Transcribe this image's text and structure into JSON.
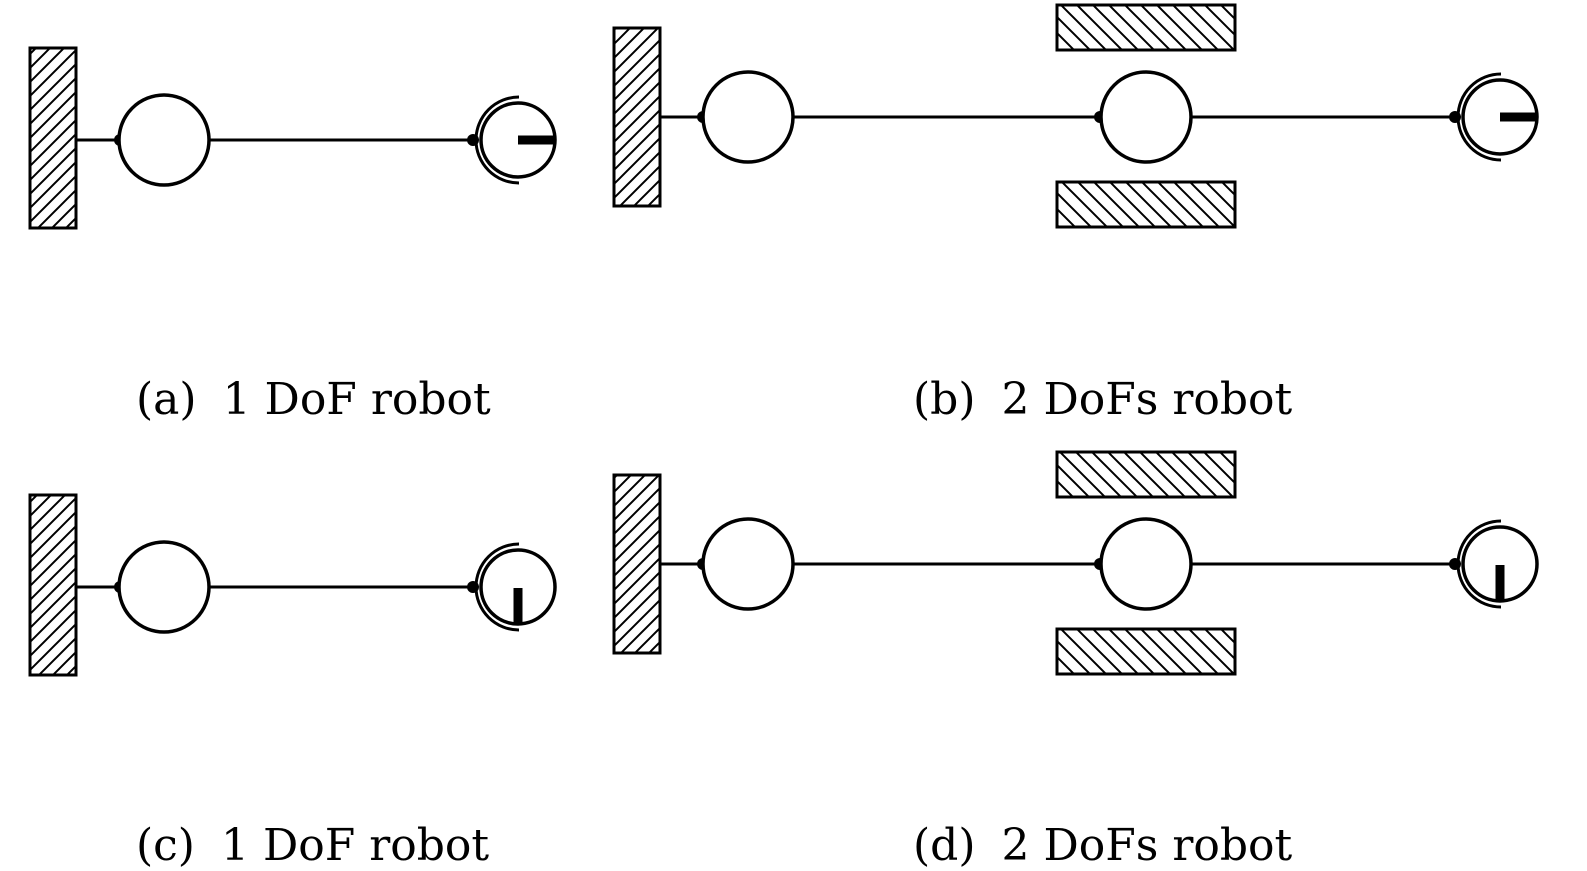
{
  "panels": [
    {
      "tag": "(a)",
      "caption": "1 DoF robot",
      "joints": 1,
      "gripper_state": "horizontal"
    },
    {
      "tag": "(b)",
      "caption": "2 DoFs robot",
      "joints": 2,
      "gripper_state": "horizontal"
    },
    {
      "tag": "(c)",
      "caption": "1 DoF robot",
      "joints": 1,
      "gripper_state": "vertical"
    },
    {
      "tag": "(d)",
      "caption": "2 DoFs robot",
      "joints": 2,
      "gripper_state": "vertical"
    }
  ],
  "colors": {
    "stroke": "#000000",
    "background": "#ffffff"
  }
}
